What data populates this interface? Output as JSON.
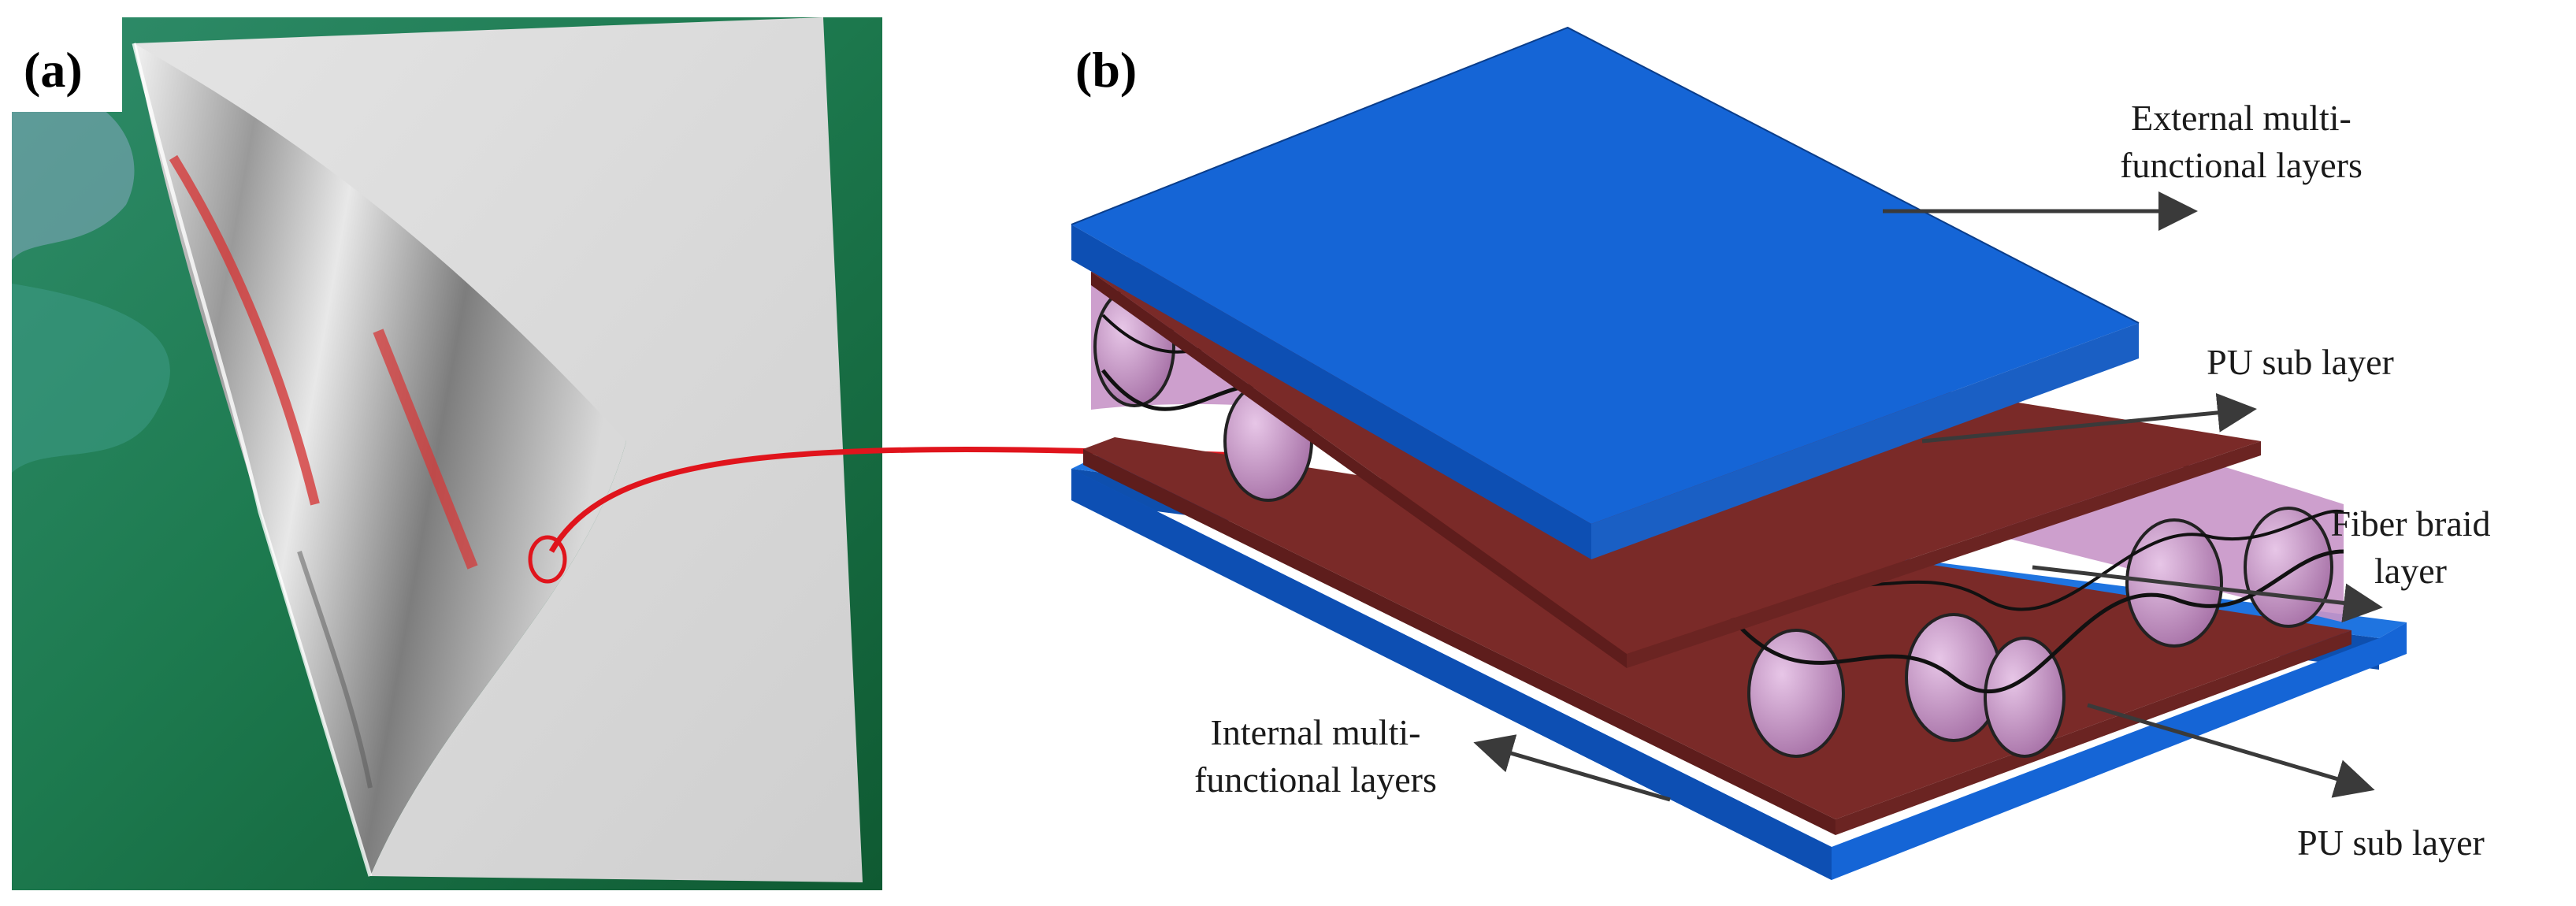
{
  "figure": {
    "panel_a": {
      "label": "(a)"
    },
    "panel_b": {
      "label": "(b)"
    },
    "callouts": {
      "external": [
        "External multi-",
        "functional layers"
      ],
      "pu_top": [
        "PU sub layer"
      ],
      "fiber": [
        "Fiber braid",
        "layer"
      ],
      "internal": [
        "Internal multi-",
        "functional layers"
      ],
      "pu_bottom": [
        "PU sub layer"
      ]
    }
  },
  "colors": {
    "plate_blue": "#1565d6",
    "pu_brown": "#7a2a28",
    "fiber_pink": "#c895c8",
    "pointer_red": "#e0141c",
    "arrow_gray": "#3a3a3a",
    "photo_green": "#1f7a4a"
  }
}
